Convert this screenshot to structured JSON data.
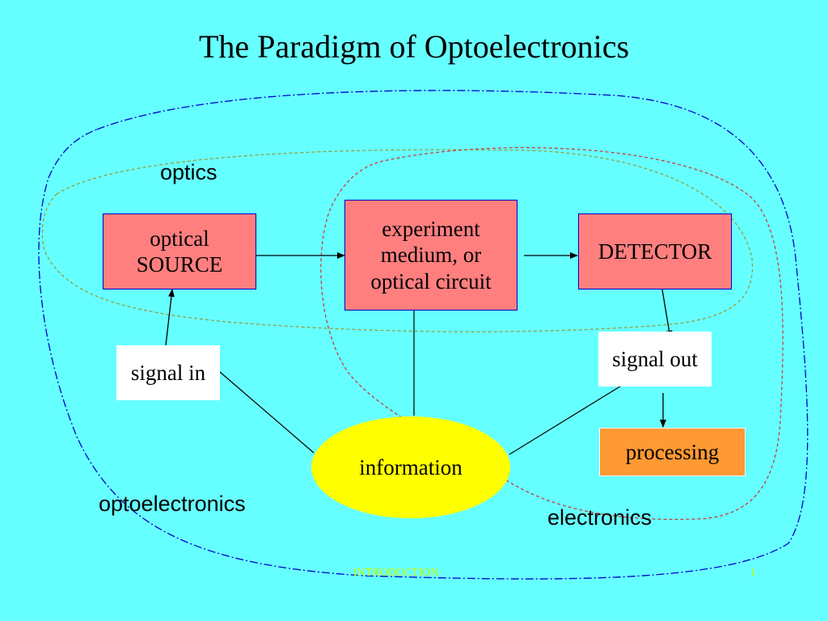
{
  "title": "The Paradigm of Optoelectronics",
  "boxes": {
    "source_line1": "optical",
    "source_line2": "SOURCE",
    "medium_line1": "experiment",
    "medium_line2": "medium, or",
    "medium_line3": "optical circuit",
    "detector": "DETECTOR",
    "signal_in": "signal in",
    "signal_out": "signal out",
    "processing": "processing",
    "information": "information"
  },
  "region_labels": {
    "optics": "optics",
    "optoelectronics": "optoelectronics",
    "electronics": "electronics"
  },
  "footer": {
    "section": "INTRODUCTION",
    "page_number": "1"
  },
  "colors": {
    "background": "#66FFFF",
    "box_fill": "#FF7F7F",
    "box_border": "#0000CC",
    "information_fill": "#FFFF00",
    "processing_fill": "#FF9933",
    "optics_boundary": "#999933",
    "electronics_boundary": "#CC3333",
    "optoelectronics_boundary": "#0000CC",
    "footer_text": "#CCFF00"
  }
}
